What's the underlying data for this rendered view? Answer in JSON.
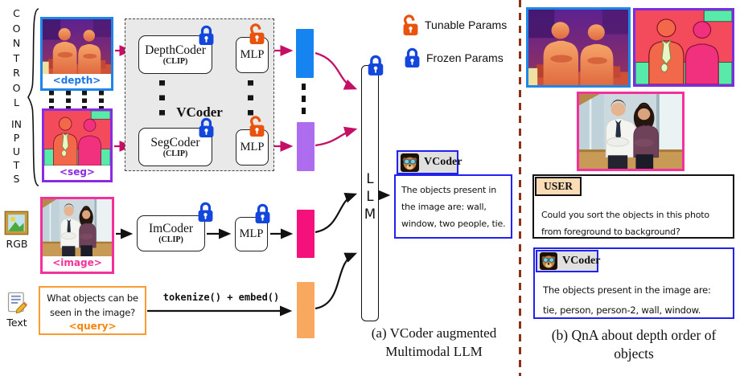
{
  "colors": {
    "depth_border": "#1e86e8",
    "seg_border": "#8a2be2",
    "image_border": "#f4309a",
    "query_border": "#f89b30",
    "bar_depth": "#1583f0",
    "bar_seg": "#ae6cef",
    "bar_image": "#f5117c",
    "bar_text": "#f9a85f",
    "arrow_crimson": "#c50f66",
    "arrow_black": "#111111",
    "lock_frozen": "#1246dc",
    "lock_tunable": "#e8540e",
    "vcoder_box_fill": "#e9e9e9",
    "response_border": "#2222ee",
    "user_header_bg": "#fbdcb6",
    "divider": "#8b3018"
  },
  "left_rail": {
    "control": "CONTROL",
    "inputs": "INPUTS",
    "rgb_caption": "RGB",
    "text_caption": "Text"
  },
  "inputs": {
    "depth_tag": "<depth>",
    "seg_tag": "<seg>",
    "image_tag": "<image>",
    "query_lines": [
      "What objects can be",
      "seen in the image?"
    ],
    "query_tag": "<query>"
  },
  "vcoder": {
    "title": "VCoder",
    "depthcoder": {
      "name": "DepthCoder",
      "sub": "(CLIP)"
    },
    "segcoder": {
      "name": "SegCoder",
      "sub": "(CLIP)"
    },
    "mlp": "MLP"
  },
  "imcoder": {
    "name": "ImCoder",
    "sub": "(CLIP)",
    "mlp": "MLP"
  },
  "tokenize_label": "tokenize() + embed()",
  "llm": {
    "letters": [
      "L",
      "L",
      "M"
    ]
  },
  "legend": {
    "tunable": "Tunable Params",
    "frozen": "Frozen Params"
  },
  "response_a": {
    "name": "VCoder",
    "lines": [
      "The objects present in",
      "the image are: wall,",
      "window, two people, tie."
    ]
  },
  "caption_a": {
    "line1": "(a) VCoder augmented",
    "line2": "Multimodal LLM"
  },
  "panel_b": {
    "user_label": "USER",
    "user_lines": [
      "Could you sort the objects in this photo",
      "from foreground to background?"
    ],
    "vcoder_label": "VCoder",
    "answer_lines": [
      "The objects present in the image are:",
      "tie, person, person-2, wall, window."
    ],
    "caption_line1": "(b) QnA about depth order of",
    "caption_line2": "objects"
  }
}
